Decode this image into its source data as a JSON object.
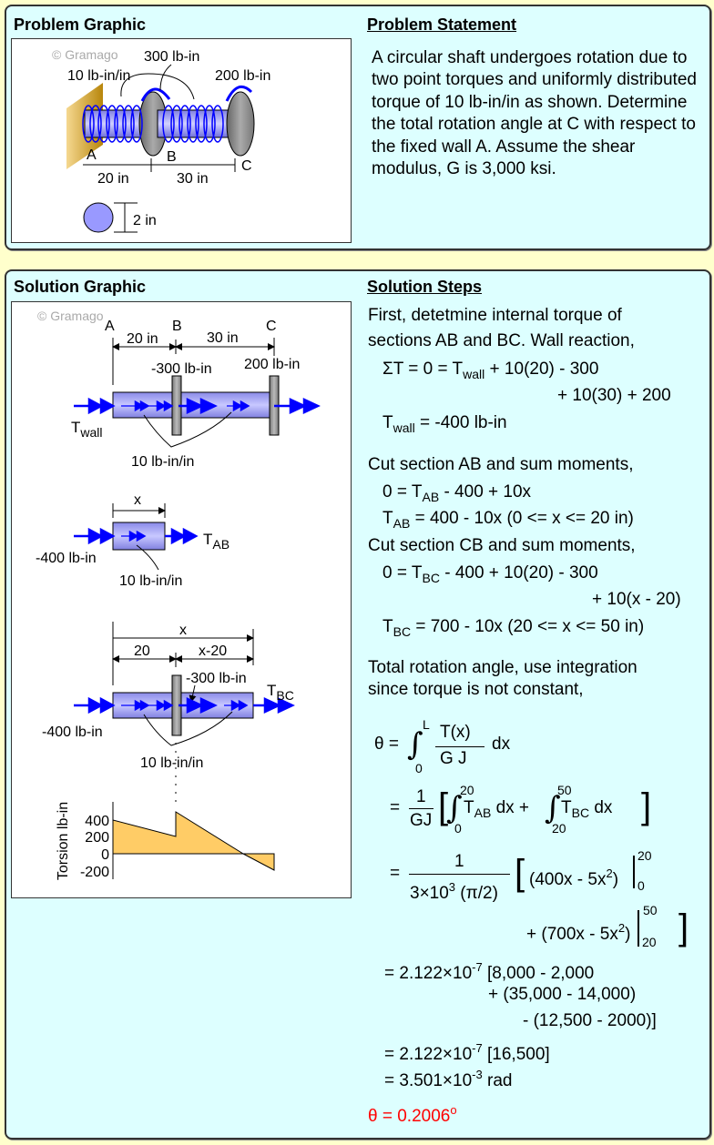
{
  "problem": {
    "graphic_title": "Problem Graphic",
    "statement_title": "Problem Statement",
    "statement": "A circular shaft undergoes rotation due to two point torques and uniformly distributed torque of 10 lb-in/in as shown. Determine the total rotation angle at C with respect to the fixed wall A. Assume the shear modulus, G is 3,000 ksi.",
    "graphic": {
      "watermark": "© Gramago",
      "torque_b": "300 lb-in",
      "distributed": "10 lb-in/in",
      "torque_c": "200 lb-in",
      "label_a": "A",
      "label_b": "B",
      "label_c": "C",
      "len_ab": "20 in",
      "len_bc": "30 in",
      "diameter": "2 in"
    }
  },
  "solution": {
    "graphic_title": "Solution Graphic",
    "steps_title": "Solution Steps",
    "graphic": {
      "watermark": "© Gramago",
      "label_a": "A",
      "label_b": "B",
      "label_c": "C",
      "len_ab": "20 in",
      "len_bc": "30 in",
      "torque_b": "-300 lb-in",
      "torque_c": "200 lb-in",
      "t_wall": "T",
      "t_wall_sub": "wall",
      "distributed": "10 lb-in/in",
      "fbd1_x": "x",
      "fbd1_left": "-400 lb-in",
      "fbd1_t": "T",
      "fbd1_t_sub": "AB",
      "fbd1_dist": "10 lb-in/in",
      "fbd2_x": "x",
      "fbd2_20": "20",
      "fbd2_x20": "x-20",
      "fbd2_torque_b": "-300 lb-in",
      "fbd2_t": "T",
      "fbd2_t_sub": "BC",
      "fbd2_left": "-400 lb-in",
      "fbd2_dist": "10 lb-in/in",
      "torsion_diagram": {
        "ylabel": "Torsion lb-in",
        "y_ticks": [
          "400",
          "200",
          "0",
          "-200"
        ],
        "points": [
          [
            0,
            400
          ],
          [
            20,
            200
          ],
          [
            20,
            500
          ],
          [
            50,
            -200
          ]
        ]
      }
    },
    "lines": [
      [
        {
          "text": "First, detetmine internal torque of"
        }
      ],
      [
        {
          "text": "sections AB and BC. Wall reaction,"
        }
      ],
      [
        {
          "text": "ΣT = 0 = T"
        },
        {
          "text": "wall",
          "style": "sub"
        },
        {
          "text": " + 10(20) - 300"
        }
      ],
      [
        {
          "text": "+ 10(30) + 200"
        }
      ],
      [
        {
          "text": "T"
        },
        {
          "text": "wall",
          "style": "sub"
        },
        {
          "text": " = -400 lb-in"
        }
      ],
      [
        {
          "text": "Cut section AB and sum moments,"
        }
      ],
      [
        {
          "text": "0 = T"
        },
        {
          "text": "AB",
          "style": "sub"
        },
        {
          "text": " - 400 + 10x"
        }
      ],
      [
        {
          "text": "T"
        },
        {
          "text": "AB",
          "style": "sub"
        },
        {
          "text": " = 400 - 10x (0 <= x <= 20 in)"
        }
      ],
      [
        {
          "text": "Cut section CB and sum moments,"
        }
      ],
      [
        {
          "text": "0 = T"
        },
        {
          "text": "BC",
          "style": "sub"
        },
        {
          "text": " - 400 + 10(20) - 300"
        }
      ],
      [
        {
          "text": "+ 10(x - 20)"
        }
      ],
      [
        {
          "text": "T"
        },
        {
          "text": "BC",
          "style": "sub"
        },
        {
          "text": " = 700 - 10x (20 <= x <= 50 in)"
        }
      ],
      [
        {
          "text": "Total rotation angle, use integration"
        }
      ],
      [
        {
          "text": "since torque is not constant,"
        }
      ],
      [
        {
          "text": "= 2.122×10"
        },
        {
          "text": "-7",
          "style": "sup"
        },
        {
          "text": " [8,000 - 2,000"
        }
      ],
      [
        {
          "text": "+ (35,000 - 14,000)"
        }
      ],
      [
        {
          "text": "- (12,500 - 2000)]"
        }
      ],
      [
        {
          "text": "= 2.122×10"
        },
        {
          "text": "-7",
          "style": "sup"
        },
        {
          "text": " [16,500]"
        }
      ],
      [
        {
          "text": "= 3.501×10"
        },
        {
          "text": "-3",
          "style": "sup"
        },
        {
          "text": " rad"
        }
      ],
      [
        {
          "text": "θ = 0.2006"
        },
        {
          "text": "o",
          "style": "sup"
        }
      ]
    ],
    "equations": {
      "eq1": {
        "lhs": "θ =",
        "upper": "L",
        "lower": "0",
        "num": "T(x)",
        "den": "G J",
        "dx": "dx"
      },
      "eq2": {
        "eq": "=",
        "num": "1",
        "den": "GJ",
        "upper1": "20",
        "lower1": "0",
        "t1": "T",
        "t1_sub": "AB",
        "mid": " dx +",
        "upper2": "50",
        "lower2": "20",
        "t2": "T",
        "t2_sub": "BC",
        "end": " dx"
      },
      "eq3": {
        "eq": "=",
        "num": "1",
        "den_a": "3×10",
        "den_exp": "3",
        "den_b": " (π/2)",
        "expr_a": "(400x - 5x",
        "expr_exp": "2",
        "expr_b": ")",
        "upper": "20",
        "lower": "0"
      },
      "eq4": {
        "expr_a": "+ (700x - 5x",
        "expr_exp": "2",
        "expr_b": ")",
        "upper": "50",
        "lower": "20"
      }
    },
    "result_color": "#ff0000"
  }
}
